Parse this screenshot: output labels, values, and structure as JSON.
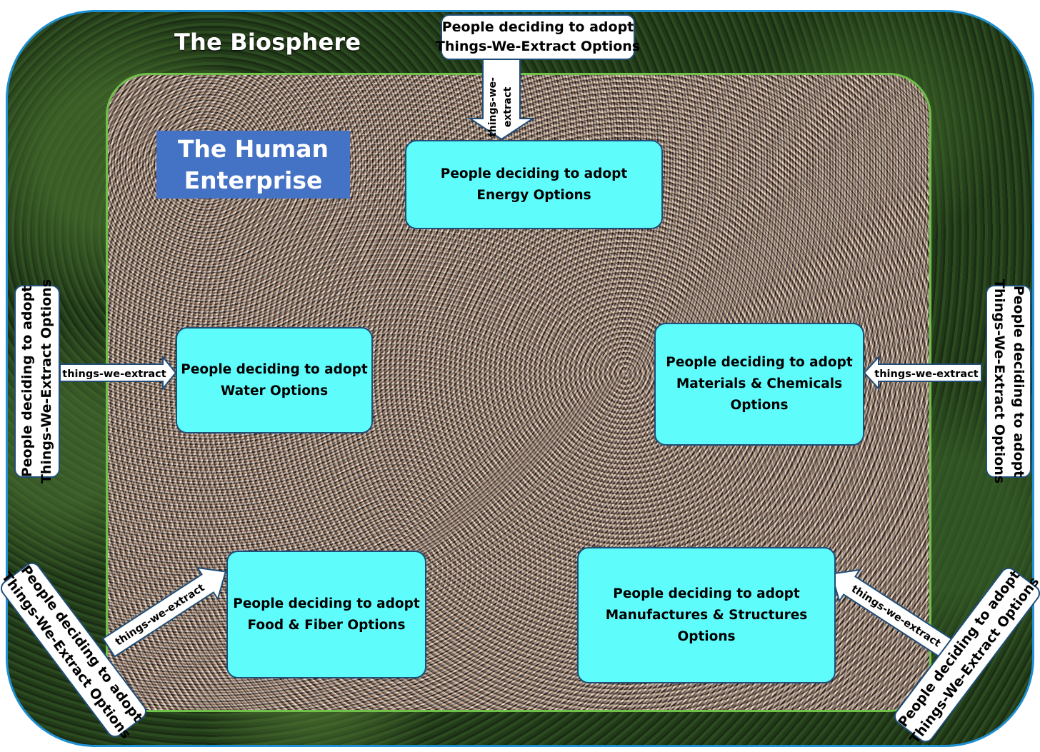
{
  "diagram": {
    "biosphere_title": "The Biosphere",
    "enterprise_title": [
      "The Human",
      "Enterprise"
    ],
    "sectors": {
      "energy": [
        "People deciding to adopt",
        "Energy Options"
      ],
      "water": [
        "People deciding to adopt",
        "Water Options"
      ],
      "materials": [
        "People deciding to adopt",
        "Materials & Chemicals",
        "Options"
      ],
      "food": [
        "People deciding to adopt",
        "Food & Fiber Options"
      ],
      "manufactures": [
        "People deciding to adopt",
        "Manufactures & Structures",
        "Options"
      ]
    },
    "extract_boxes": {
      "top": [
        "People deciding to adopt",
        "Things-We-Extract Options"
      ],
      "left": [
        "People deciding to adopt",
        "Things-We-Extract Options"
      ],
      "right": [
        "People deciding to adopt",
        "Things-We-Extract Options"
      ],
      "bottom_left": [
        "People deciding to adopt",
        "Things-We-Extract Options"
      ],
      "bottom_right": [
        "People deciding to adopt",
        "Things-We-Extract Options"
      ]
    },
    "arrows": {
      "top": [
        "things-we-",
        "extract"
      ],
      "left": "things-we-extract",
      "right": "things-we-extract",
      "bottom_left": "things-we-extract",
      "bottom_right": "things-we-extract"
    },
    "colors": {
      "sector_fill": "#5ffcfc",
      "enterprise_label_fill": "#4472c4",
      "enterprise_border": "#6fc14a",
      "biosphere_border": "#1e8fd0"
    }
  }
}
